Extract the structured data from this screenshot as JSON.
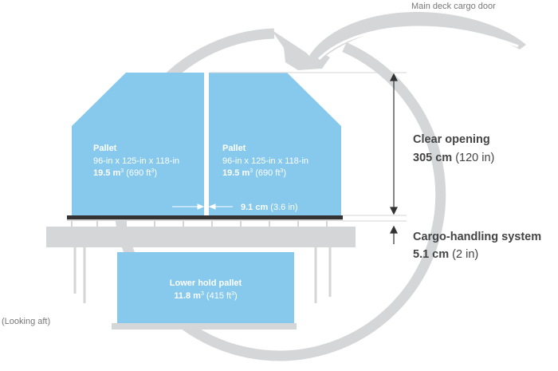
{
  "door_label": "Main deck cargo door",
  "looking_aft": "(Looking aft)",
  "pallet_left": {
    "title": "Pallet",
    "dims": "96-in x 125-in x 118-in",
    "vol_value": "19.5 m",
    "vol_sup": "3",
    "vol_alt": " (690 ft",
    "vol_alt_sup": "3",
    "vol_alt_close": ")"
  },
  "pallet_right": {
    "title": "Pallet",
    "dims": "96-in x 125-in x 118-in",
    "vol_value": "19.5 m",
    "vol_sup": "3",
    "vol_alt": " (690 ft",
    "vol_alt_sup": "3",
    "vol_alt_close": ")"
  },
  "gap": {
    "value": "9.1 cm",
    "alt": " (3.6 in)"
  },
  "lower_pallet": {
    "title": "Lower hold pallet",
    "vol_value": "11.8 m",
    "vol_sup": "3",
    "vol_alt": " (415 ft",
    "vol_alt_sup": "3",
    "vol_alt_close": ")"
  },
  "clear_opening": {
    "title": "Clear opening",
    "value": "305 cm",
    "alt": " (120 in)"
  },
  "cargo_system": {
    "title": "Cargo-handling system",
    "value": "5.1 cm",
    "alt": " (2 in)"
  },
  "colors": {
    "fuselage": "#d4d6d8",
    "pallet": "#86c9ec",
    "text_dark": "#444444",
    "text_gray": "#777777"
  }
}
